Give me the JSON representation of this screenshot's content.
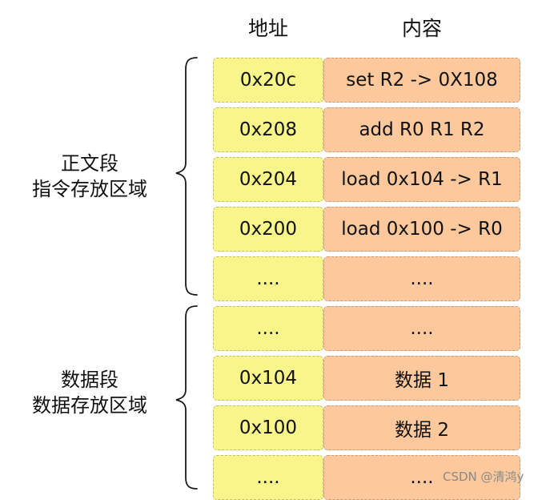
{
  "headers": {
    "address": "地址",
    "content": "内容"
  },
  "rows": [
    {
      "address": "0x20c",
      "content": "set R2 -> 0X108"
    },
    {
      "address": "0x208",
      "content": "add R0 R1 R2"
    },
    {
      "address": "0x204",
      "content": "load 0x104 -> R1"
    },
    {
      "address": "0x200",
      "content": "load 0x100 -> R0"
    },
    {
      "address": "....",
      "content": "...."
    },
    {
      "address": "....",
      "content": "...."
    },
    {
      "address": "0x104",
      "content": "数据 1"
    },
    {
      "address": "0x100",
      "content": "数据 2"
    },
    {
      "address": "....",
      "content": "...."
    }
  ],
  "segments": {
    "text": {
      "line1": "正文段",
      "line2": "指令存放区域"
    },
    "data": {
      "line1": "数据段",
      "line2": "数据存放区域"
    }
  },
  "watermark": "CSDN @清鸿y"
}
